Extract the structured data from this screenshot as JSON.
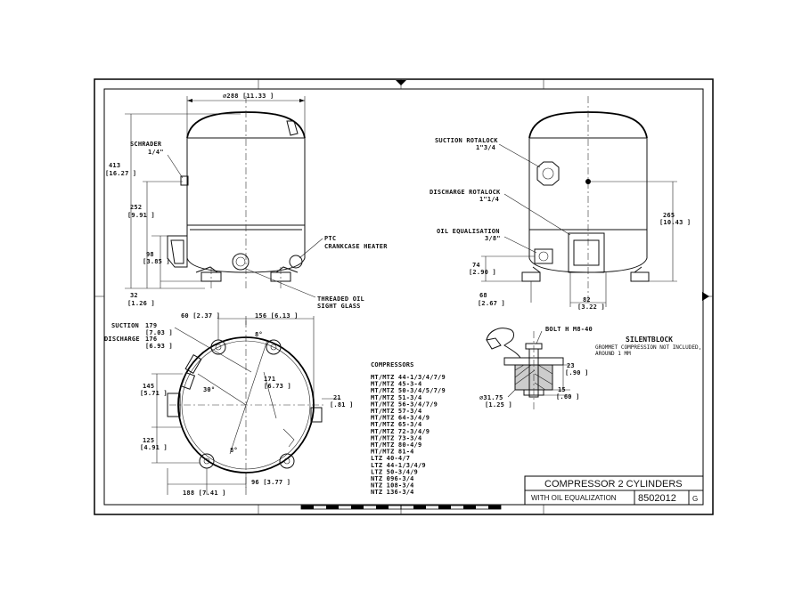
{
  "side_view": {
    "diameter": "⌀288 [11.33 ]",
    "height_total": "413",
    "height_total_in": "[16.27 ]",
    "height_schrader": "252",
    "height_schrader_in": "[9.91 ]",
    "height_low": "98",
    "height_low_in": "[3.85 ]",
    "foot": "32",
    "foot_in": "[1.26 ]",
    "schrader_label": "SCHRADER",
    "schrader_size": "1/4\"",
    "ptc_label": "PTC",
    "crankcase_label": "CRANKCASE HEATER",
    "oil_glass_label_1": "THREADED OIL",
    "oil_glass_label_2": "SIGHT GLASS"
  },
  "front_view": {
    "suction_label": "SUCTION ROTALOCK",
    "suction_size": "1\"3/4",
    "discharge_label": "DISCHARGE ROTALOCK",
    "discharge_size": "1\"1/4",
    "oil_eq_label": "OIL EQUALISATION",
    "oil_eq_size": "3/8\"",
    "height_right": "265",
    "height_right_in": "[10.43 ]",
    "h74": "74",
    "h74_in": "[2.90 ]",
    "w68": "68",
    "w68_in": "[2.67 ]",
    "w82": "82",
    "w82_in": "[3.22 ]"
  },
  "top_view": {
    "suction_label": "SUCTION",
    "suction_dim": "179",
    "suction_dim_in": "[7.03 ]",
    "discharge_label": "DISCHARGE",
    "discharge_dim": "176",
    "discharge_dim_in": "[6.93 ]",
    "dim_60": "60 [2.37 ]",
    "dim_156": "156 [6.13 ]",
    "angle_8a": "8°",
    "angle_30": "30°",
    "dim_171": "171",
    "dim_171_in": "[6.73 ]",
    "dim_145": "145",
    "dim_145_in": "[5.71 ]",
    "dim_21": "21",
    "dim_21_in": "[.81 ]",
    "dim_125": "125",
    "dim_125_in": "[4.91 ]",
    "angle_8b": "8°",
    "dim_188": "188 [7.41 ]",
    "dim_96": "96 [3.77 ]"
  },
  "silentblock": {
    "bolt_label": "BOLT H M8-40",
    "title": "SILENTBLOCK",
    "note_1": "GROMMET COMPRESSION NOT INCLUDED,",
    "note_2": "AROUND 1 MM",
    "dim_23": "23",
    "dim_23_in": "[.90 ]",
    "dim_15": "15",
    "dim_15_in": "[.60 ]",
    "dim_dia": "⌀31.75",
    "dim_dia_in": "[1.25 ]"
  },
  "compressors": {
    "heading": "COMPRESSORS",
    "models": [
      "MT/MTZ 44-1/3/4/7/9",
      "MT/MTZ 45-3-4",
      "MT/MTZ 50-3/4/5/7/9",
      "MT/MTZ 51-3/4",
      "MT/MTZ 56-3/4/7/9",
      "MT/MTZ 57-3/4",
      "MT/MTZ 64-3/4/9",
      "MT/MTZ 65-3/4",
      "MT/MTZ 72-3/4/9",
      "MT/MTZ 73-3/4",
      "MT/MTZ 80-4/9",
      "MT/MTZ 81-4",
      "LTZ 40-4/7",
      "LTZ 44-1/3/4/9",
      "LTZ 50-3/4/9",
      "NTZ 096-3/4",
      "NTZ 108-3/4",
      "NTZ 136-3/4"
    ]
  },
  "title_block": {
    "title": "COMPRESSOR 2 CYLINDERS",
    "subtitle": "WITH OIL EQUALIZATION",
    "number": "8502012",
    "rev": "G"
  }
}
